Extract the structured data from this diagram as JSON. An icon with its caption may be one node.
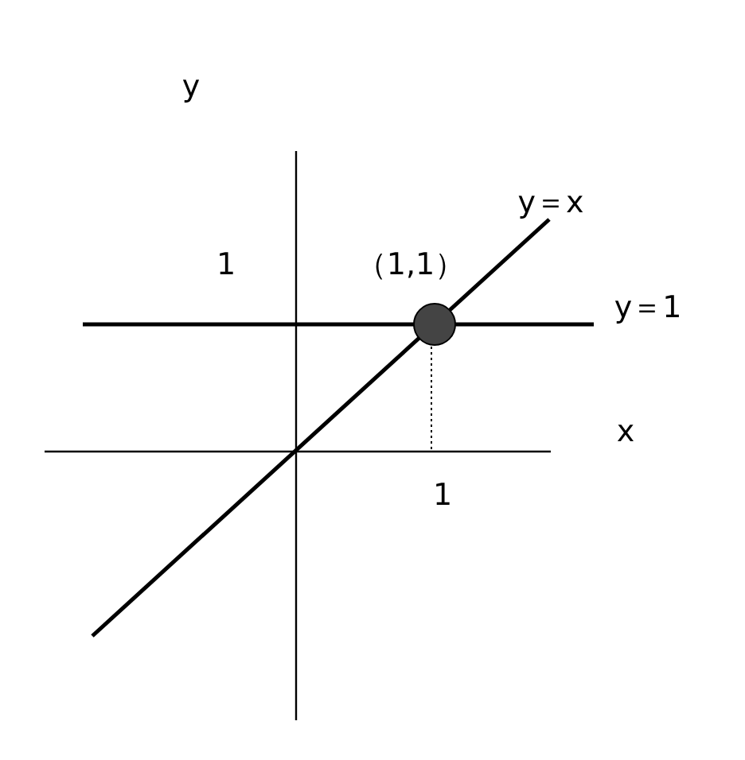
{
  "diagram": {
    "labels": [
      "y",
      "y＝x",
      "1",
      "（1,1）",
      "y＝1",
      "x",
      "1"
    ]
  }
}
